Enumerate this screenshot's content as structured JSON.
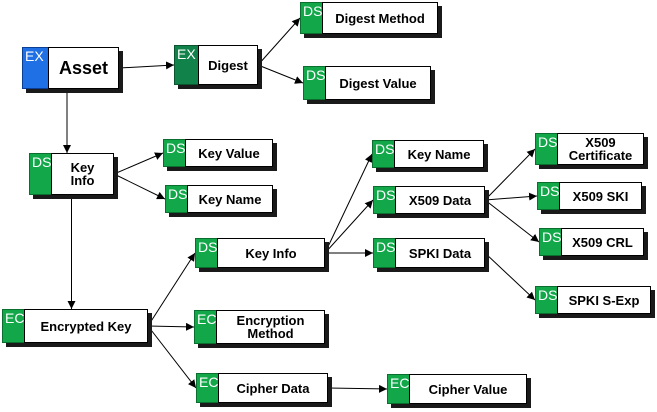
{
  "diagram": {
    "nodes": [
      {
        "id": "asset",
        "tag": "EX",
        "label": "Asset",
        "style": "ex",
        "big": true
      },
      {
        "id": "digest",
        "tag": "EX",
        "label": "Digest",
        "style": "exd"
      },
      {
        "id": "digest-method",
        "tag": "DS",
        "label": "Digest Method"
      },
      {
        "id": "digest-value",
        "tag": "DS",
        "label": "Digest Value"
      },
      {
        "id": "key-info-top",
        "tag": "DS",
        "label": "Key\nInfo"
      },
      {
        "id": "key-value",
        "tag": "DS",
        "label": "Key Value"
      },
      {
        "id": "key-name-left",
        "tag": "DS",
        "label": "Key Name"
      },
      {
        "id": "encrypted-key",
        "tag": "EC",
        "label": "Encrypted Key"
      },
      {
        "id": "key-info-mid",
        "tag": "DS",
        "label": "Key Info"
      },
      {
        "id": "key-name-right",
        "tag": "DS",
        "label": "Key Name"
      },
      {
        "id": "x509-data",
        "tag": "DS",
        "label": "X509 Data"
      },
      {
        "id": "spki-data",
        "tag": "DS",
        "label": "SPKI Data"
      },
      {
        "id": "x509-cert",
        "tag": "DS",
        "label": "X509\nCertificate"
      },
      {
        "id": "x509-ski",
        "tag": "DS",
        "label": "X509 SKI"
      },
      {
        "id": "x509-crl",
        "tag": "DS",
        "label": "X509 CRL"
      },
      {
        "id": "spki-sexp",
        "tag": "DS",
        "label": "SPKI  S-Exp"
      },
      {
        "id": "encryption-method",
        "tag": "EC",
        "label": "Encryption\nMethod"
      },
      {
        "id": "cipher-data",
        "tag": "EC",
        "label": "Cipher Data"
      },
      {
        "id": "cipher-value",
        "tag": "EC",
        "label": "Cipher Value"
      }
    ],
    "edges": [
      {
        "from": "asset",
        "to": "digest"
      },
      {
        "from": "digest",
        "to": "digest-method"
      },
      {
        "from": "digest",
        "to": "digest-value"
      },
      {
        "from": "asset",
        "to": "key-info-top"
      },
      {
        "from": "key-info-top",
        "to": "key-value"
      },
      {
        "from": "key-info-top",
        "to": "key-name-left"
      },
      {
        "from": "key-info-top",
        "to": "encrypted-key"
      },
      {
        "from": "encrypted-key",
        "to": "key-info-mid"
      },
      {
        "from": "encrypted-key",
        "to": "encryption-method"
      },
      {
        "from": "encrypted-key",
        "to": "cipher-data"
      },
      {
        "from": "key-info-mid",
        "to": "key-name-right"
      },
      {
        "from": "key-info-mid",
        "to": "x509-data"
      },
      {
        "from": "key-info-mid",
        "to": "spki-data"
      },
      {
        "from": "x509-data",
        "to": "x509-cert"
      },
      {
        "from": "x509-data",
        "to": "x509-ski"
      },
      {
        "from": "x509-data",
        "to": "x509-crl"
      },
      {
        "from": "spki-data",
        "to": "spki-sexp"
      },
      {
        "from": "cipher-data",
        "to": "cipher-value"
      }
    ],
    "colors": {
      "ds_tab": "#12a84a",
      "ex_tab": "#1f6fe5",
      "ex_digest_tab": "#11824a",
      "shadow": "#1a1a1a",
      "line": "#000000"
    }
  }
}
